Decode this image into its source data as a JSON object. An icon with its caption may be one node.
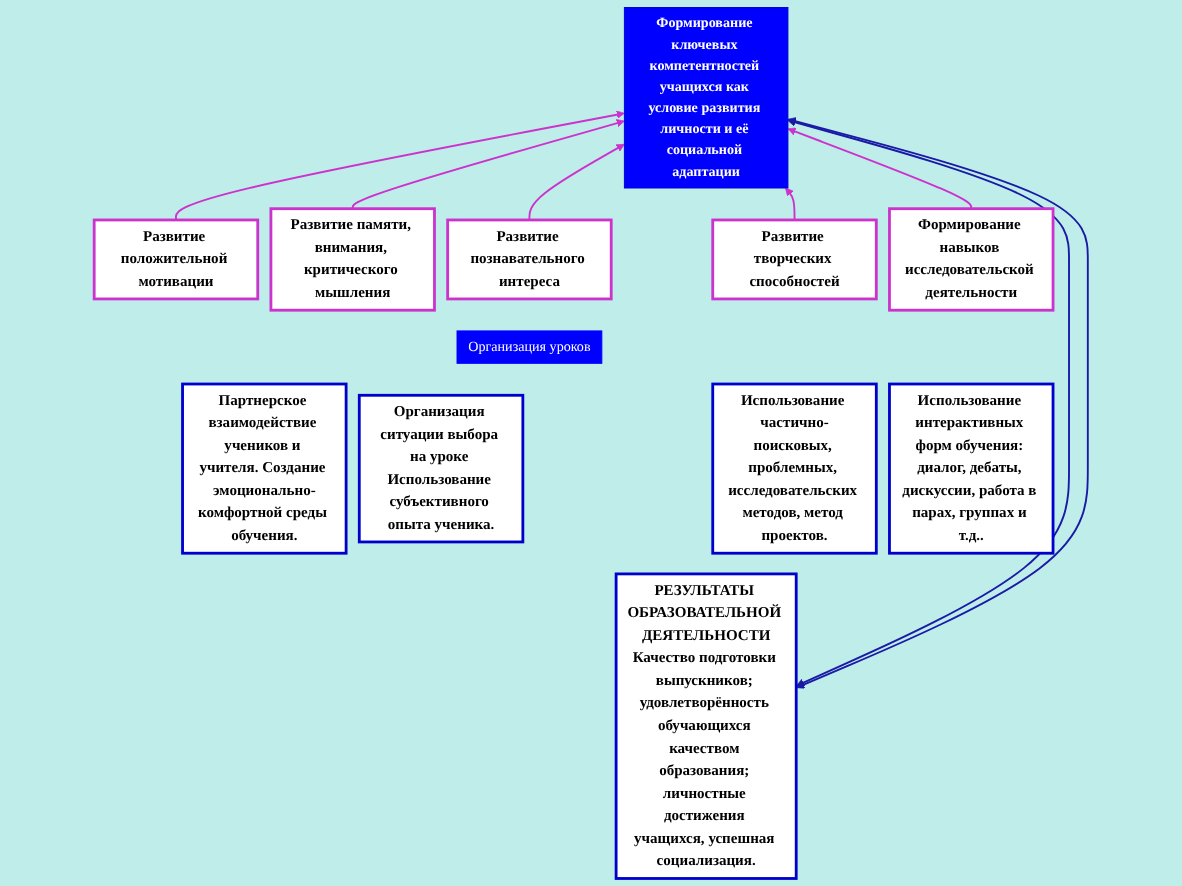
{
  "diagram": {
    "nodes": [
      {
        "text": [
          "Формирование ключевых компетентностей учащихся как условие развития личности и её социальной адаптации"
        ]
      },
      {
        "text": [
          "Развитие положительной мотивации"
        ]
      },
      {
        "text": [
          "Развитие памяти, внимания, критического мышления"
        ]
      },
      {
        "text": [
          "Развитие познавательного интереса"
        ]
      },
      {
        "text": [
          "Развитие творческих способностей"
        ]
      },
      {
        "text": [
          "Формирование навыков исследовательской деятельности"
        ]
      },
      {
        "text": [
          "Организация уроков"
        ]
      },
      {
        "text": [
          "Партнерское взаимодействие учеников и учителя. Создание эмоционально-комфортной среды обучения."
        ]
      },
      {
        "text": [
          "Организация ситуации выбора на уроке Использование субъективного опыта ученика."
        ]
      },
      {
        "text": [
          "Использование частично-поисковых, проблемных, исследовательских методов, метод проектов."
        ]
      },
      {
        "text": [
          "Использование интерактивных форм обучения: диалог, дебаты, дискуссии, работа в парах, группах и т.д.."
        ]
      },
      {
        "text": [
          "РЕЗУЛЬТАТЫ ОБРАЗОВАТЕЛЬНОЙ ДЕЯТЕЛЬНОСТИ",
          "Качество подготовки выпускников; удовлетворённость обучающихся качеством образования; личностные достижения учащихся, успешная социализация."
        ]
      }
    ],
    "edges": [
      {
        "from": 1,
        "to": 0,
        "arrow": "to"
      },
      {
        "from": 2,
        "to": 0,
        "arrow": "to"
      },
      {
        "from": 3,
        "to": 0,
        "arrow": "to"
      },
      {
        "from": 4,
        "to": 0,
        "arrow": "to"
      },
      {
        "from": 5,
        "to": 0,
        "arrow": "to"
      },
      {
        "from": 11,
        "to": 0,
        "arrow": "both",
        "color": "#1a1aa6"
      },
      {
        "from": 11,
        "to": 0,
        "arrow": "both",
        "color": "#1a1aa6"
      }
    ]
  }
}
